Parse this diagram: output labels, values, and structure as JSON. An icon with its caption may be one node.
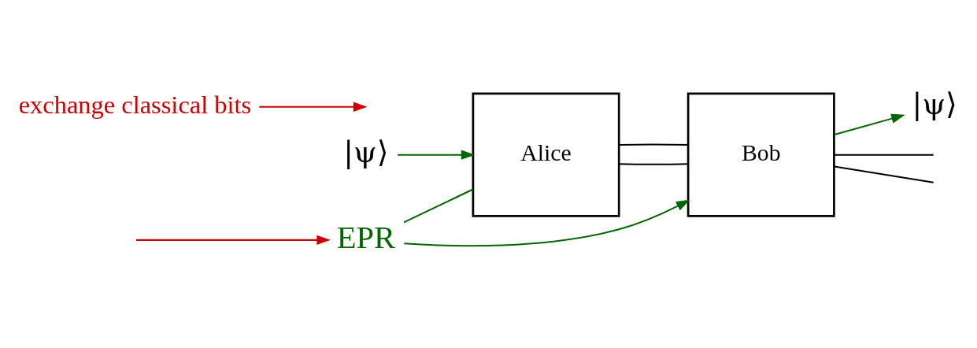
{
  "diagram": {
    "nodes": [
      {
        "text": [
          "|ψ⟩"
        ]
      },
      {
        "text": [
          "Alice"
        ]
      },
      {
        "text": [
          "EPR"
        ]
      },
      {
        "text": [
          "Bob"
        ]
      },
      {
        "text": [
          "|ψ⟩"
        ]
      },
      {
        "text": [
          "exchange classical bits"
        ]
      }
    ],
    "edges": [
      {
        "from": 0,
        "to": 1,
        "arrow": "to",
        "color": "#006600"
      },
      {
        "from": 1,
        "to": 3,
        "arrow": "none",
        "color": "#000000"
      },
      {
        "from": 1,
        "to": 3,
        "arrow": "none",
        "color": "#000000"
      },
      {
        "from": 2,
        "to": 1,
        "arrow": "none",
        "color": "#006600"
      },
      {
        "from": 2,
        "to": 3,
        "arrow": "to",
        "color": "#006600"
      },
      {
        "from": 3,
        "to": null,
        "arrow": "none",
        "color": "#000000"
      },
      {
        "from": 3,
        "to": null,
        "arrow": "none",
        "color": "#000000"
      },
      {
        "from": 3,
        "to": 4,
        "arrow": "to",
        "color": "#006600"
      },
      {
        "from": 5,
        "to": null,
        "arrow": "to",
        "color": "#cc0000"
      },
      {
        "from": null,
        "to": 2,
        "arrow": "to",
        "color": "#cc0000"
      }
    ]
  }
}
